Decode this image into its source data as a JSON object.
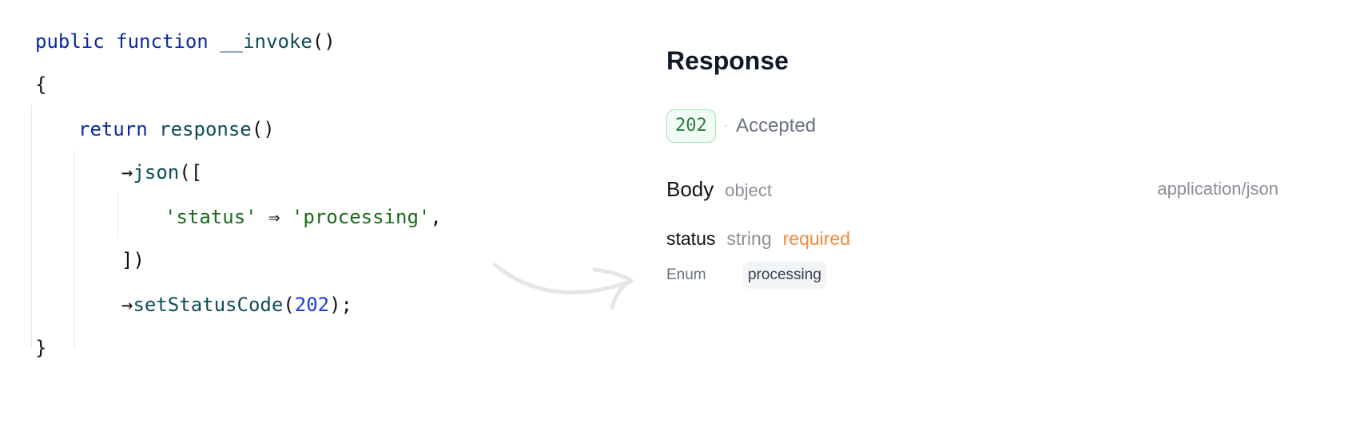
{
  "code": {
    "line1": {
      "kw1": "public",
      "kw2": "function",
      "fn": "__invoke",
      "tail": "()"
    },
    "line2": "{",
    "line3": {
      "kw": "return",
      "fn": "response",
      "tail": "()"
    },
    "line4": {
      "arrow": "→",
      "fn": "json",
      "tail": "(["
    },
    "line5": {
      "key": "'status'",
      "op": "⇒",
      "value": "'processing'",
      "tail": ","
    },
    "line6": "])",
    "line7": {
      "arrow": "→",
      "fn": "setStatusCode",
      "open": "(",
      "num": "202",
      "close": ");"
    },
    "line8": "}"
  },
  "response": {
    "title": "Response",
    "status_code": "202",
    "separator": "·",
    "status_text": "Accepted",
    "body_label": "Body",
    "body_type": "object",
    "content_type": "application/json",
    "field": {
      "name": "status",
      "type": "string",
      "required": "required"
    },
    "enum_label": "Enum",
    "enum_values": [
      "processing"
    ]
  },
  "colors": {
    "keyword": "#0b2a9e",
    "function": "#0f4c5c",
    "string": "#1a6b1a",
    "number": "#1d3fd6",
    "status_badge_border": "#9ee6b4",
    "status_badge_text": "#2f7a43",
    "required": "#f2893a"
  },
  "icons": [
    "curved-arrow-icon"
  ]
}
